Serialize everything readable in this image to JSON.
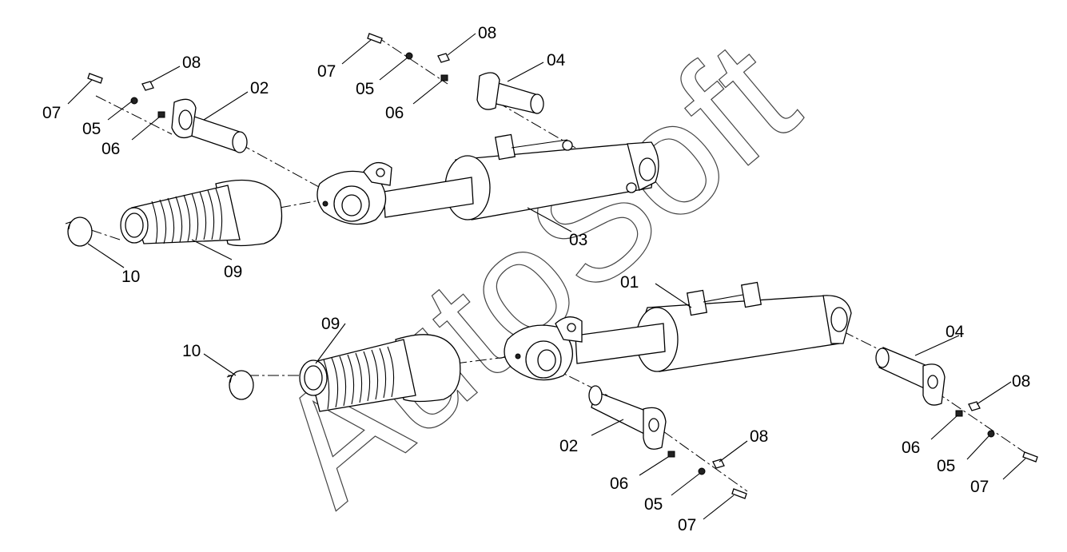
{
  "watermark": "AutoSoft",
  "labels": [
    {
      "id": "l01",
      "text": "01"
    },
    {
      "id": "l02a",
      "text": "02"
    },
    {
      "id": "l02b",
      "text": "02"
    },
    {
      "id": "l03",
      "text": "03"
    },
    {
      "id": "l04a",
      "text": "04"
    },
    {
      "id": "l04b",
      "text": "04"
    },
    {
      "id": "l05a",
      "text": "05"
    },
    {
      "id": "l05b",
      "text": "05"
    },
    {
      "id": "l05c",
      "text": "05"
    },
    {
      "id": "l05d",
      "text": "05"
    },
    {
      "id": "l06a",
      "text": "06"
    },
    {
      "id": "l06b",
      "text": "06"
    },
    {
      "id": "l06c",
      "text": "06"
    },
    {
      "id": "l06d",
      "text": "06"
    },
    {
      "id": "l07a",
      "text": "07"
    },
    {
      "id": "l07b",
      "text": "07"
    },
    {
      "id": "l07c",
      "text": "07"
    },
    {
      "id": "l07d",
      "text": "07"
    },
    {
      "id": "l08a",
      "text": "08"
    },
    {
      "id": "l08b",
      "text": "08"
    },
    {
      "id": "l08c",
      "text": "08"
    },
    {
      "id": "l08d",
      "text": "08"
    },
    {
      "id": "l09a",
      "text": "09"
    },
    {
      "id": "l09b",
      "text": "09"
    },
    {
      "id": "l10a",
      "text": "10"
    },
    {
      "id": "l10b",
      "text": "10"
    }
  ]
}
